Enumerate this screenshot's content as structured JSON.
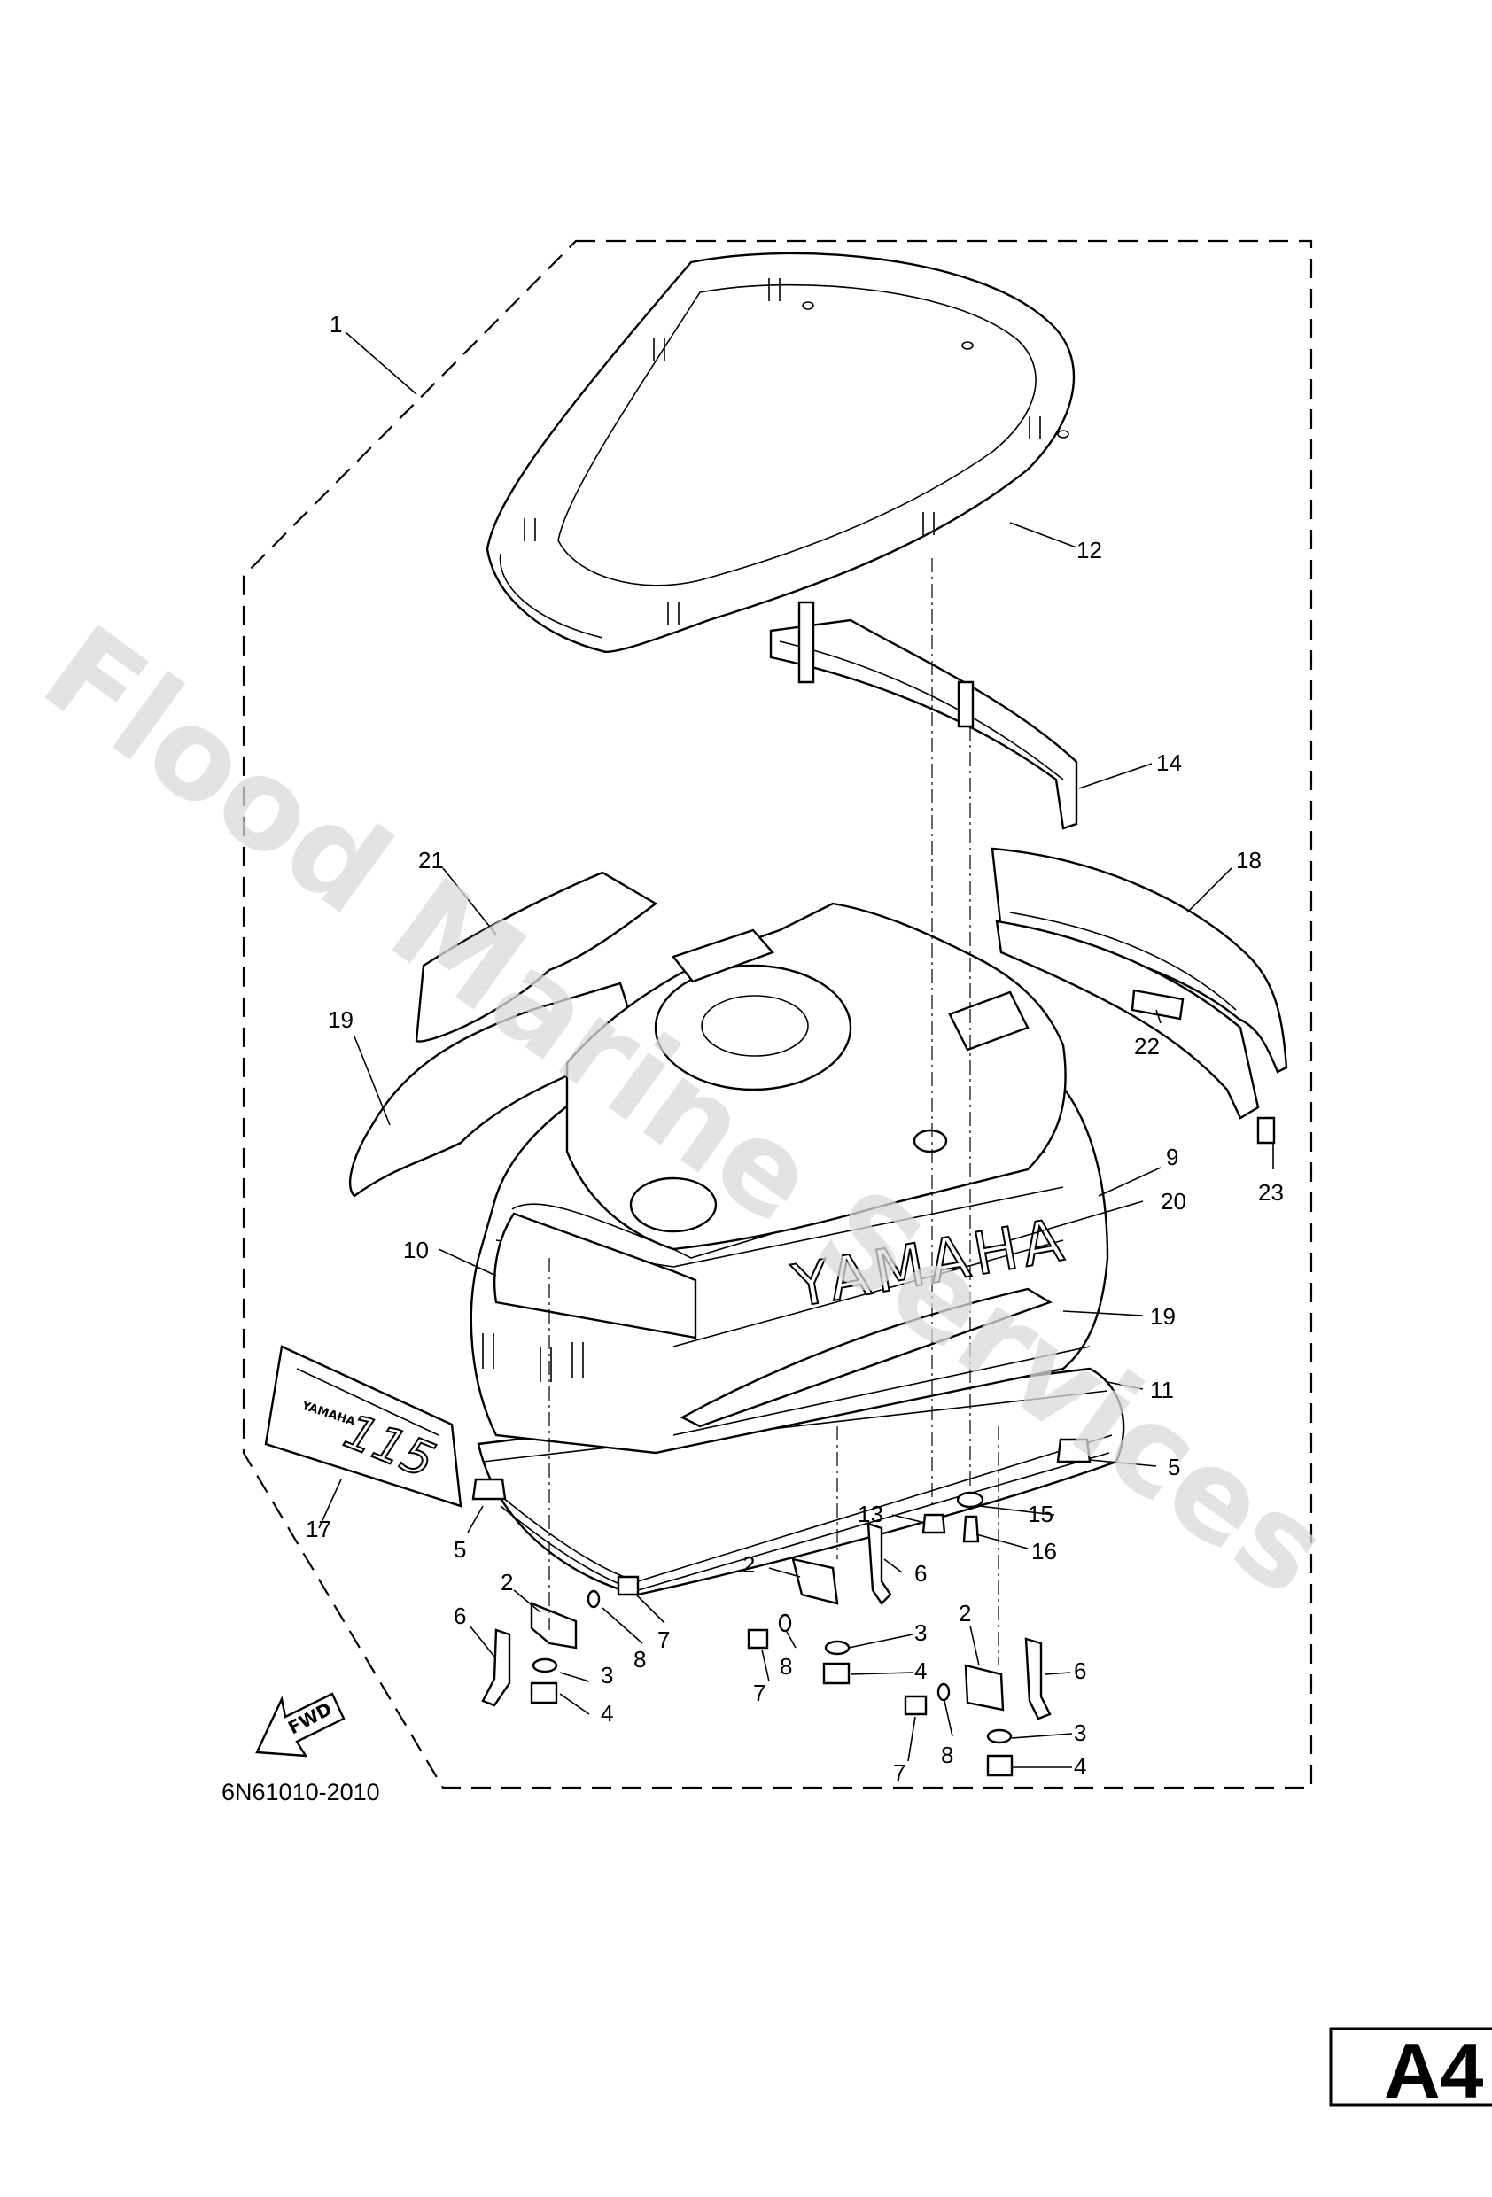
{
  "diagram": {
    "code": "6N61010-2010",
    "sheet": "A4",
    "watermark": "Flood Marine Services",
    "cowling_brand": "YAMAHA",
    "side_brand": "YAMAHA",
    "model_number": "115",
    "direction_label": "FWD",
    "callouts": [
      "1",
      "12",
      "14",
      "18",
      "21",
      "19",
      "22",
      "23",
      "9",
      "20",
      "10",
      "19",
      "11",
      "17",
      "5",
      "5",
      "13",
      "15",
      "16",
      "2",
      "6",
      "3",
      "8",
      "7",
      "4",
      "2",
      "6",
      "3",
      "8",
      "7",
      "4",
      "2",
      "6",
      "3",
      "8",
      "7",
      "4"
    ]
  }
}
